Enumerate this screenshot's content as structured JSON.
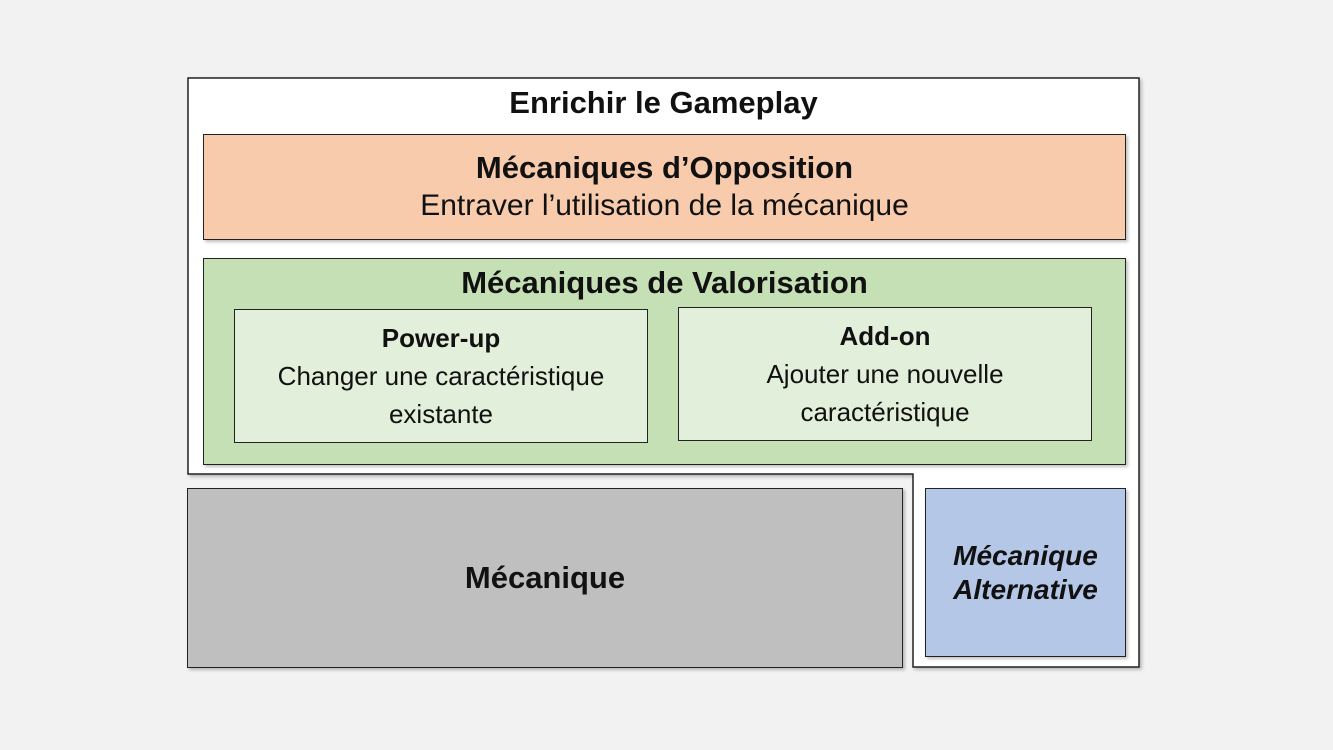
{
  "diagram": {
    "outer_title": "Enrichir le Gameplay",
    "opposition": {
      "title": "Mécaniques d’Opposition",
      "subtitle": "Entraver l’utilisation de la mécanique",
      "color": "#f8cbad"
    },
    "valorisation": {
      "title": "Mécaniques de Valorisation",
      "color": "#c5e0b4",
      "powerup": {
        "title": "Power-up",
        "line1": "Changer une caractéristique",
        "line2": "existante"
      },
      "addon": {
        "title": "Add-on",
        "line1": "Ajouter une nouvelle",
        "line2": "caractéristique"
      }
    },
    "mecanique": {
      "label": "Mécanique",
      "color": "#bfbfbf"
    },
    "alternative": {
      "line1": "Mécanique",
      "line2": "Alternative",
      "color": "#b4c7e7"
    }
  }
}
